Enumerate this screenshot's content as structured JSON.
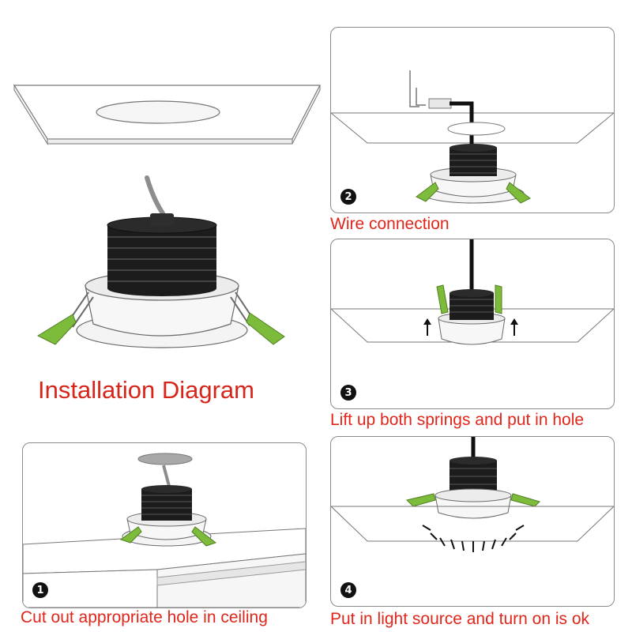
{
  "title": "Installation Diagram",
  "steps": [
    {
      "number": "1",
      "caption": "Cut out appropriate hole in ceiling"
    },
    {
      "number": "2",
      "caption": "Wire connection"
    },
    {
      "number": "3",
      "caption": "Lift up both springs and put in hole"
    },
    {
      "number": "4",
      "caption": "Put in light source and turn on is ok"
    }
  ],
  "colors": {
    "caption_red": "#e0261b",
    "spring_green": "#7dbb3b",
    "heatsink_black": "#1c1c1c",
    "panel_border": "#8a8a8a"
  }
}
